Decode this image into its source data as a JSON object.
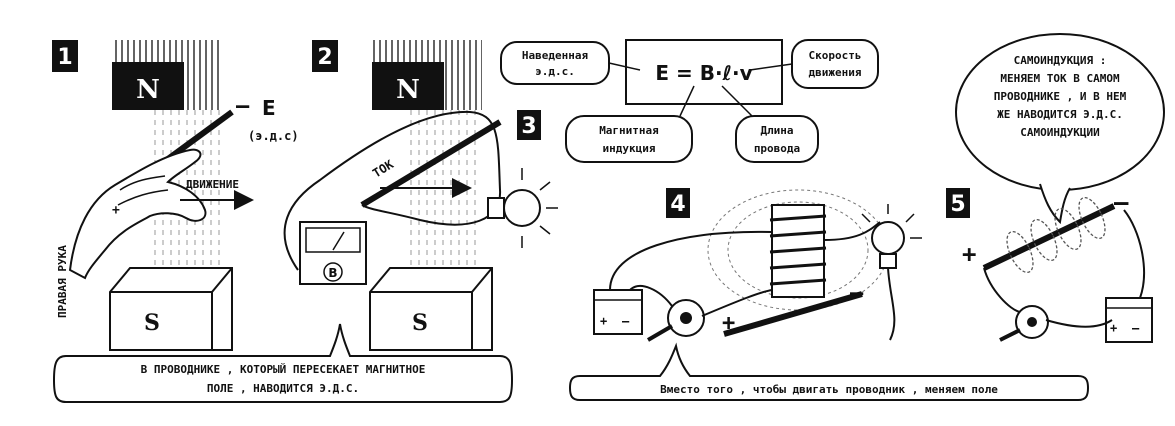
{
  "panels": [
    {
      "number": "1"
    },
    {
      "number": "2"
    },
    {
      "number": "3"
    },
    {
      "number": "4"
    },
    {
      "number": "5"
    }
  ],
  "magnet": {
    "north": "N",
    "south": "S"
  },
  "panel1": {
    "emf_symbol": "E",
    "emf_note": "(э.д.с)",
    "motion": "ДВИЖЕНИЕ",
    "right_hand": "ПРАВАЯ РУКА",
    "minus": "–",
    "plus": "+"
  },
  "panel2": {
    "current": "ТОК",
    "meter": "B"
  },
  "formula": {
    "equation": "E = B·ℓ·v",
    "induced_emf": [
      "Наведенная",
      "э.д.с."
    ],
    "speed": [
      "Скорость",
      "движения"
    ],
    "magnetic_induction": [
      "Магнитная",
      "индукция"
    ],
    "length": [
      "Длина",
      "провода"
    ]
  },
  "self_induction": [
    "САМОИНДУКЦИЯ :",
    "МЕНЯЕМ ТОК В САМОМ",
    "ПРОВОДНИКЕ , И В НЕМ",
    "ЖЕ НАВОДИТСЯ Э.Д.С.",
    "САМОИНДУКЦИИ"
  ],
  "captions": {
    "left": [
      "В ПРОВОДНИКЕ , КОТОРЫЙ  ПЕРЕСЕКАЕТ  МАГНИТНОЕ",
      "ПОЛЕ , НАВОДИТСЯ  Э.Д.С."
    ],
    "right": "Вместо  того , чтобы двигать проводник ,  меняем поле"
  },
  "signs": {
    "plus": "+",
    "minus": "–"
  }
}
